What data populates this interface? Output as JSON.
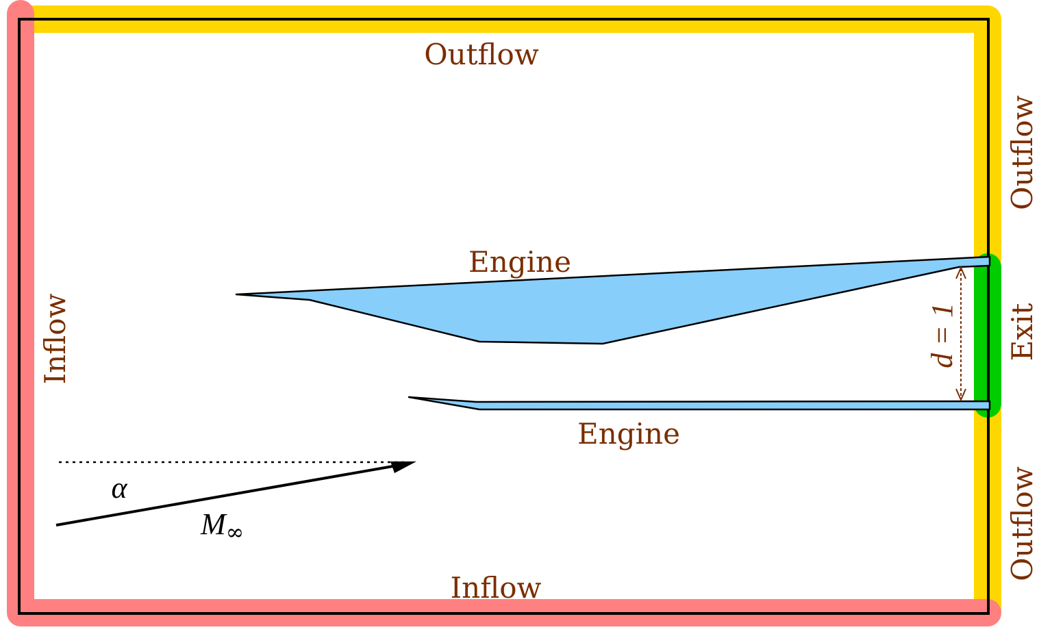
{
  "labels": {
    "outflow_top": "Outflow",
    "outflow_right_upper": "Outflow",
    "outflow_right_lower": "Outflow",
    "inflow_left": "Inflow",
    "inflow_bottom": "Inflow",
    "exit": "Exit",
    "engine_upper": "Engine",
    "engine_lower": "Engine",
    "diameter": "d = 1",
    "angle": "α",
    "mach": "M",
    "mach_subscript": "∞"
  },
  "colors": {
    "outflow": "#FFD700",
    "inflow": "#FF8080",
    "exit": "#00CC00",
    "engine_fill": "#87CEFA",
    "label_text": "#7A2E00",
    "outline": "#000000"
  }
}
